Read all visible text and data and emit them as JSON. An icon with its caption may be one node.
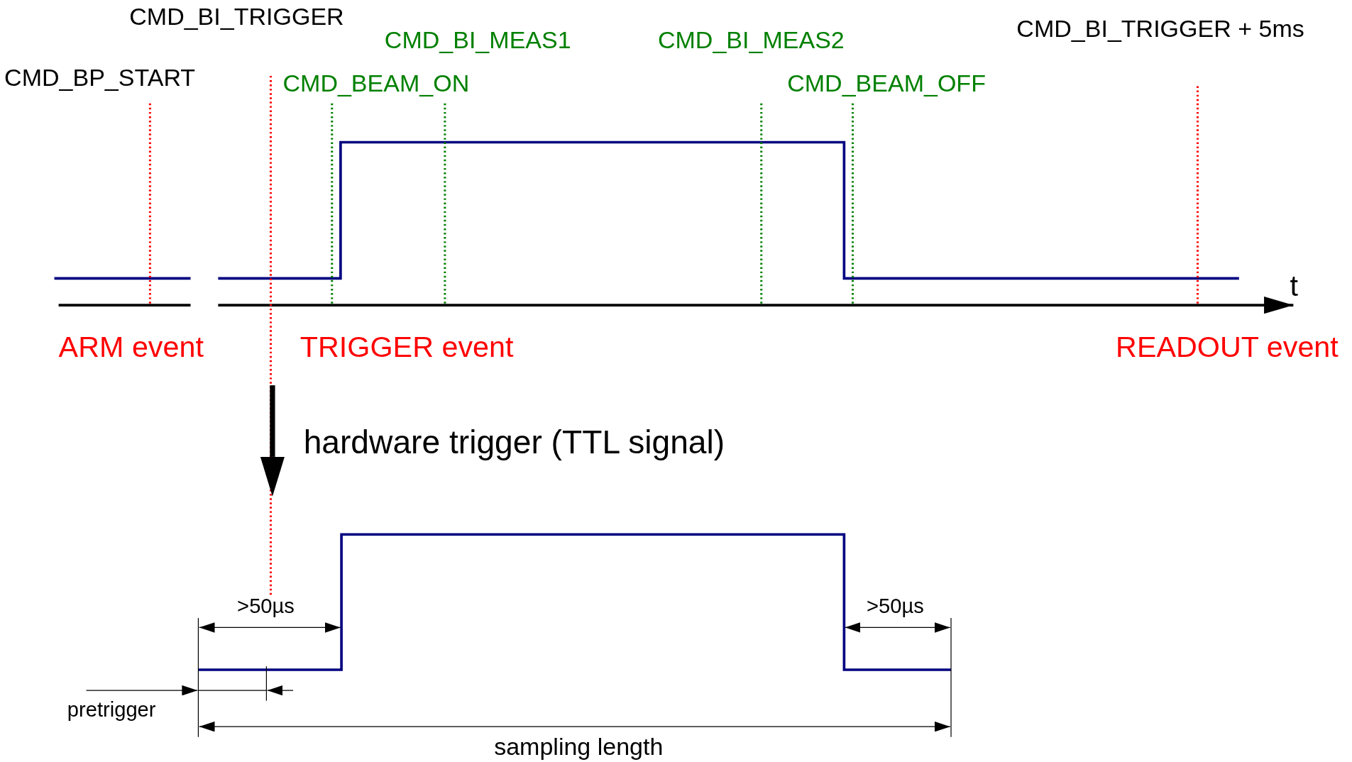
{
  "diagram": {
    "labels": [
      "CMD_BI_TRIGGER",
      "CMD_BI_MEAS1",
      "CMD_BI_MEAS2",
      "CMD_BI_TRIGGER + 5ms",
      "CMD_BP_START",
      "CMD_BEAM_ON",
      "CMD_BEAM_OFF",
      "t",
      "ARM event",
      "TRIGGER event",
      "READOUT event",
      "hardware trigger (TTL signal)",
      ">50µs",
      ">50µs",
      "pretrigger",
      "sampling length"
    ]
  }
}
